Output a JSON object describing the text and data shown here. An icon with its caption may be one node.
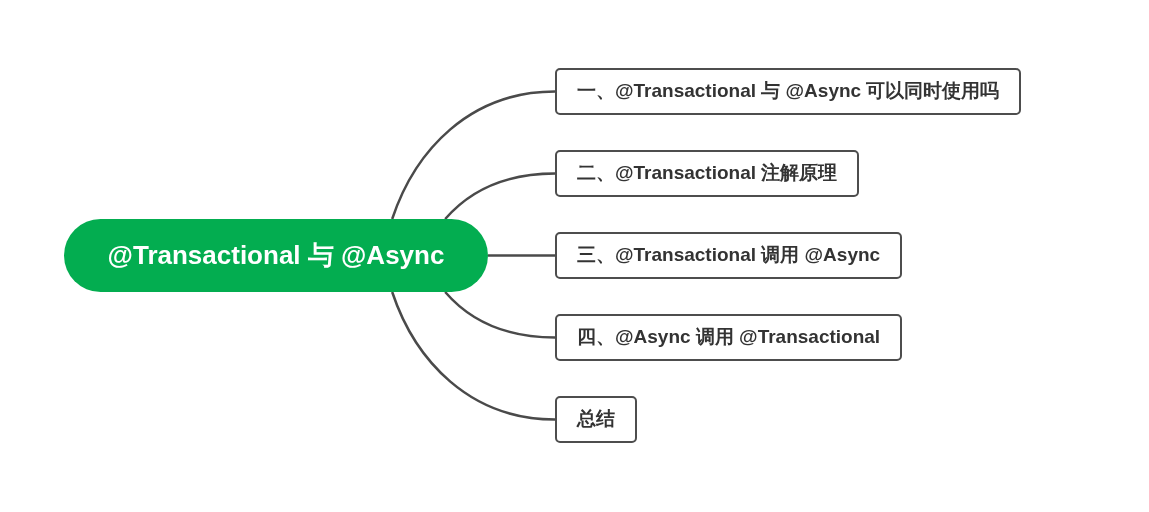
{
  "diagram": {
    "nodes": [
      {
        "text": [
          "@Transactional 与 @Async"
        ]
      },
      {
        "text": [
          "一、@Transactional 与 @Async 可以同时使用吗"
        ]
      },
      {
        "text": [
          "二、@Transactional 注解原理"
        ]
      },
      {
        "text": [
          "三、@Transactional 调用 @Async"
        ]
      },
      {
        "text": [
          "四、@Async 调用 @Transactional"
        ]
      },
      {
        "text": [
          "总结"
        ]
      }
    ],
    "edges": [
      {
        "from": 0,
        "to": 1,
        "arrow": "none"
      },
      {
        "from": 0,
        "to": 2,
        "arrow": "none"
      },
      {
        "from": 0,
        "to": 3,
        "arrow": "none"
      },
      {
        "from": 0,
        "to": 4,
        "arrow": "none"
      },
      {
        "from": 0,
        "to": 5,
        "arrow": "none"
      }
    ]
  }
}
